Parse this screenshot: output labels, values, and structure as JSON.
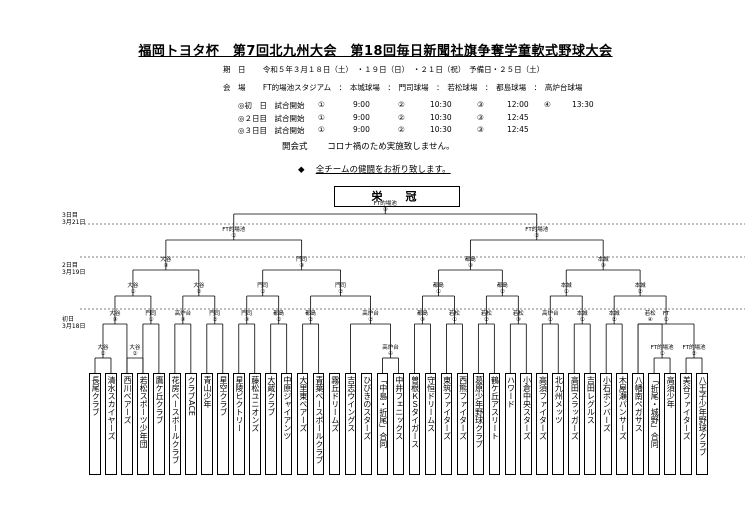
{
  "title": "福岡トヨタ杯　第7回北九州大会　第18回毎日新聞社旗争奪学童軟式野球大会",
  "dates": {
    "label": "期　日",
    "value": "令和５年３月１８日（土）　・１９日（日）　・２１日（祝）　予備日・２５日（土）"
  },
  "venue": {
    "label": "会　場",
    "value": "FT的場池スタジアム　：　本城球場　：　門司球場　：　若松球場　：　都島球場　：　高炉台球場"
  },
  "schedule": [
    {
      "day": "◎初　日　試合開始",
      "items": [
        "①",
        "9:00",
        "②",
        "10:30",
        "③",
        "12:00",
        "④",
        "13:30"
      ]
    },
    {
      "day": "◎２日目　試合開始",
      "items": [
        "①",
        "9:00",
        "②",
        "10:30",
        "③",
        "12:45"
      ]
    },
    {
      "day": "◎３日目　試合開始",
      "items": [
        "①",
        "9:00",
        "②",
        "10:30",
        "③",
        "12:45"
      ]
    }
  ],
  "ceremony": {
    "label": "開会式",
    "text": "コロナ禍のため実施致しません。"
  },
  "pray": {
    "mark": "◆",
    "text": "全チームの健闘をお祈り致します。"
  },
  "champion": "栄　冠",
  "days": [
    {
      "line1": "3日目",
      "line2": "3月21日"
    },
    {
      "line1": "2日目",
      "line2": "3月19日"
    },
    {
      "line1": "初日",
      "line2": "3月18日"
    }
  ],
  "final": {
    "venue": "FT的場池",
    "num": "③"
  },
  "semis": [
    {
      "venue": "FT的場池",
      "num": "①"
    },
    {
      "venue": "FT的場池",
      "num": "②"
    }
  ],
  "r3": [
    {
      "venue": "大谷",
      "num": "③"
    },
    {
      "venue": "門司",
      "num": "③"
    },
    {
      "venue": "都島",
      "num": "③"
    },
    {
      "venue": "本城",
      "num": "③"
    }
  ],
  "r2": [
    {
      "venue": "大谷",
      "num": "①"
    },
    {
      "venue": "大谷",
      "num": "②"
    },
    {
      "venue": "門司",
      "num": "①"
    },
    {
      "venue": "門司",
      "num": "②"
    },
    {
      "venue": "都島",
      "num": "①"
    },
    {
      "venue": "都島",
      "num": "②"
    },
    {
      "venue": "本城",
      "num": "①"
    },
    {
      "venue": "本城",
      "num": "②"
    }
  ],
  "r1": [
    {
      "venue": "大谷",
      "num": "③"
    },
    {
      "venue": "門司",
      "num": "①"
    },
    {
      "venue": "高炉台",
      "num": "③"
    },
    {
      "venue": "門司",
      "num": "②"
    },
    {
      "venue": "門司",
      "num": "③"
    },
    {
      "venue": "都島",
      "num": "①"
    },
    {
      "venue": "都島",
      "num": "②"
    },
    {
      "venue": "高炉台",
      "num": "②"
    },
    {
      "venue": "都島",
      "num": "③"
    },
    {
      "venue": "若松",
      "num": "①"
    },
    {
      "venue": "若松",
      "num": "②"
    },
    {
      "venue": "若松",
      "num": "③"
    },
    {
      "venue": "高炉台",
      "num": "①"
    },
    {
      "venue": "本城",
      "num": "①"
    },
    {
      "venue": "本城",
      "num": "②"
    },
    {
      "venue": "若松",
      "num": "④"
    },
    {
      "venue": "FT",
      "num": "①"
    }
  ],
  "r0": [
    {
      "venue": "大谷",
      "num": "①"
    },
    {
      "venue": "大谷",
      "num": "②"
    },
    {
      "venue": "高炉台",
      "num": "④"
    },
    {
      "venue": "FT的場池",
      "num": "①"
    },
    {
      "venue": "FT的場池",
      "num": "②"
    }
  ],
  "teams": [
    "長尾クラブ",
    "清水スカイヤーズ",
    "西川ベアーズ",
    "若松スポーツ少年団",
    "鷹ケ丘クラブ",
    "花房ベースボールクラブ",
    "クラブACE",
    "青山少年",
    "星空クラブ",
    "星陵ビクトリー",
    "藤松ユニオンズ",
    "大蔵クラブ",
    "中原ジャイアンツ",
    "大里東ベアーズ",
    "青葉ベースボールクラブ",
    "霧丘ドリームズ",
    "吉志ウイングス",
    "ひびきのスターズ",
    "「中島・折尾」合同",
    "中井フェニックス",
    "曽根ＫＳタイガース",
    "守恒ドリームス",
    "東筑ファイターズ",
    "西熊ファイターズ",
    "葛原少年野球クラブ",
    "鶴ケ丘アスリート",
    "ハワード",
    "小倉中央スターズ",
    "高須ファイターズ",
    "北九州メッツ",
    "高田スラッガーズ",
    "吉田レグルス",
    "小石ボンバーズ",
    "木屋瀬パンサーズ",
    "八幡南ペガサス",
    "「折尾・城野」合同",
    "高須少年",
    "美谷ファイターズ",
    "八王子少年野球クラブ"
  ]
}
